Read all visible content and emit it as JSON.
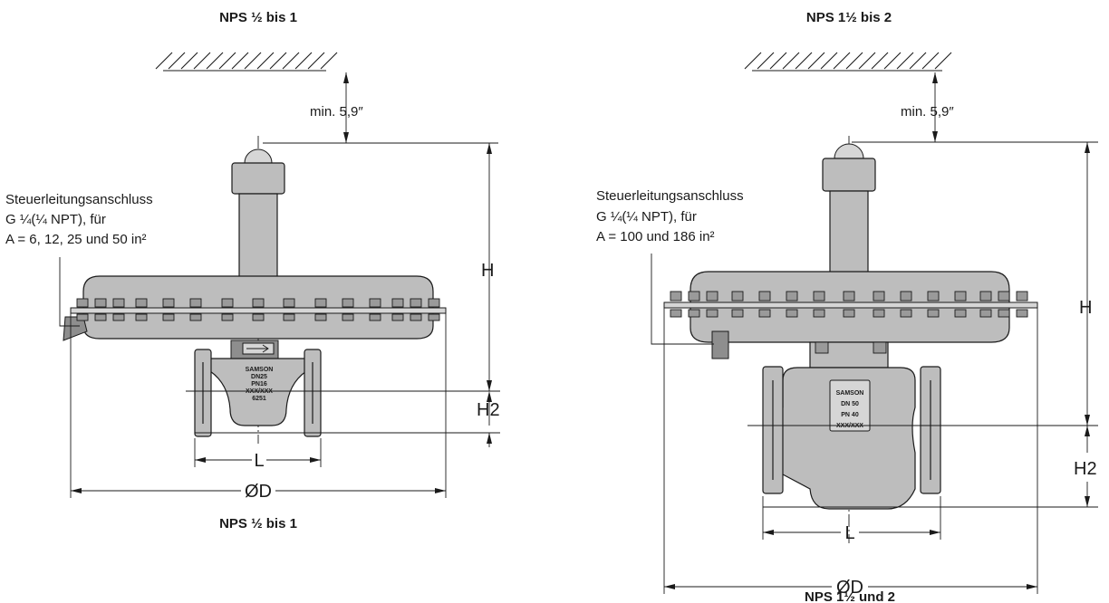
{
  "left_view": {
    "title_top": "NPS ½ bis 1",
    "title_bottom": "NPS ½ bis 1",
    "callout": [
      "Steuerleitungsanschluss",
      "G ¼(¼ NPT), für",
      "A = 6, 12, 25 und 50 in²"
    ],
    "min_clearance": "min. 5,9″",
    "dim_H": "H",
    "dim_H2": "H2",
    "dim_L": "L",
    "dim_D": "ØD",
    "plate": [
      "SAMSON",
      "DN25",
      "PN16",
      "XXX/XXX",
      "6251"
    ]
  },
  "right_view": {
    "title_top": "NPS 1½ bis 2",
    "title_bottom": "NPS 1½ und 2",
    "callout": [
      "Steuerleitungsanschluss",
      "G ¼(¼ NPT), für",
      "A = 100 und 186 in²"
    ],
    "min_clearance": "min. 5,9″",
    "dim_H": "H",
    "dim_H2": "H2",
    "dim_L": "L",
    "dim_D": "ØD",
    "plate": [
      "SAMSON",
      "DN 50",
      "PN 40",
      "XXX/XXX"
    ]
  }
}
